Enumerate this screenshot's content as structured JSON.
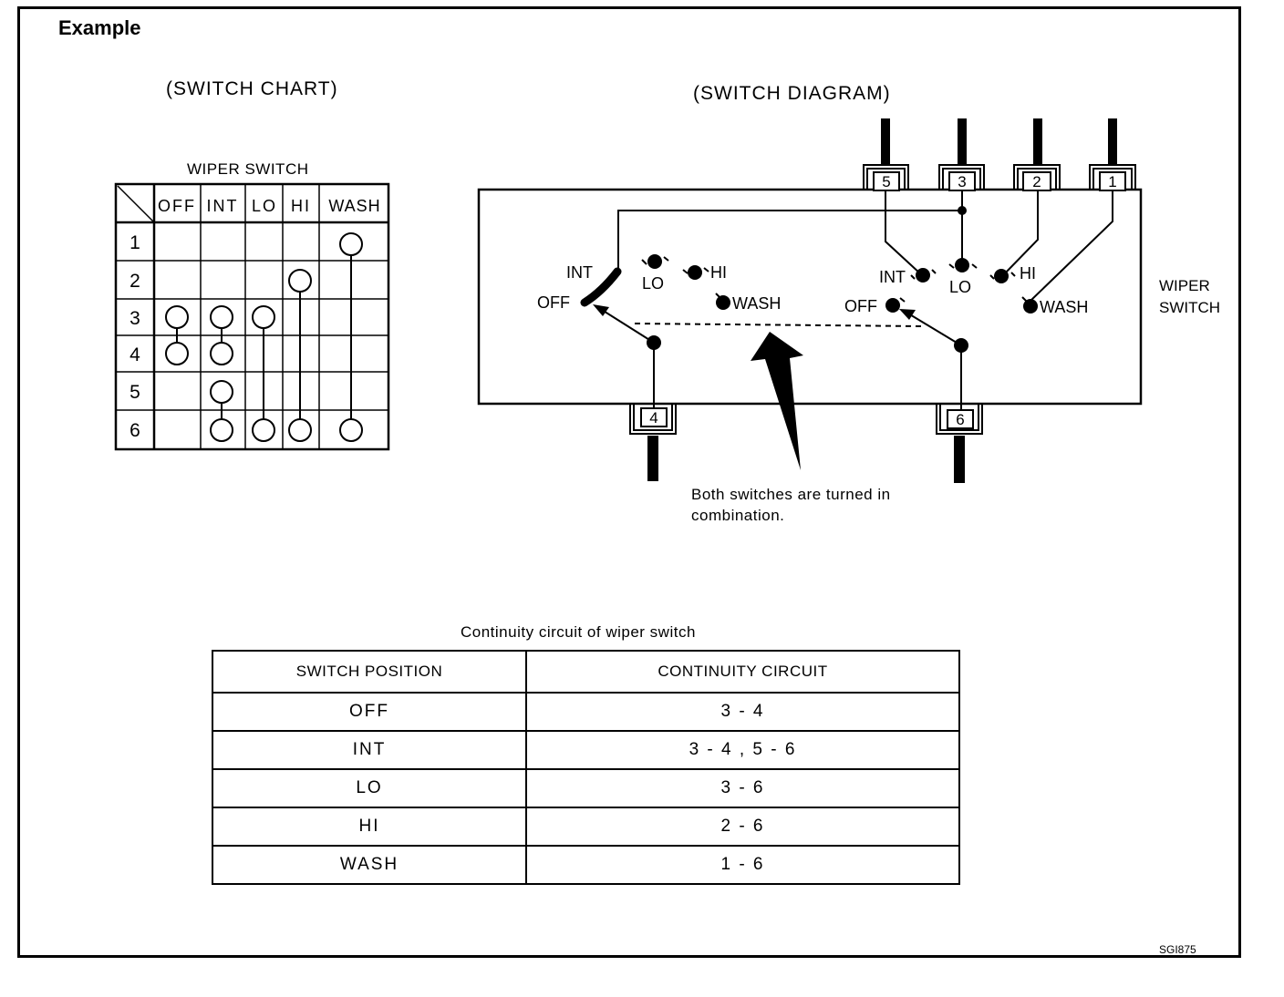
{
  "page": {
    "heading": "Example",
    "figure_code": "SGI875"
  },
  "switch_chart": {
    "title": "(SWITCH CHART)",
    "caption": "WIPER SWITCH",
    "columns": [
      "OFF",
      "INT",
      "LO",
      "HI",
      "WASH"
    ],
    "rows": [
      "1",
      "2",
      "3",
      "4",
      "5",
      "6"
    ],
    "continuity": [
      {
        "position": "OFF",
        "terminals": [
          "3",
          "4"
        ]
      },
      {
        "position": "INT",
        "terminals": [
          "3",
          "4",
          "5",
          "6"
        ]
      },
      {
        "position": "LO",
        "terminals": [
          "3",
          "6"
        ]
      },
      {
        "position": "HI",
        "terminals": [
          "2",
          "6"
        ]
      },
      {
        "position": "WASH",
        "terminals": [
          "1",
          "6"
        ]
      }
    ]
  },
  "switch_diagram": {
    "title": "(SWITCH DIAGRAM)",
    "side_label_line1": "WIPER",
    "side_label_line2": "SWITCH",
    "top_terminals": [
      "5",
      "3",
      "2",
      "1"
    ],
    "bottom_terminals": [
      "4",
      "6"
    ],
    "left_switch": {
      "int": "INT",
      "off": "OFF",
      "lo": "LO",
      "hi": "HI",
      "wash": "WASH"
    },
    "right_switch": {
      "int": "INT",
      "off": "OFF",
      "lo": "LO",
      "hi": "HI",
      "wash": "WASH"
    },
    "note_line1": "Both switches are turned in",
    "note_line2": "combination."
  },
  "continuity_table": {
    "caption": "Continuity circuit of wiper switch",
    "headers": [
      "SWITCH POSITION",
      "CONTINUITY CIRCUIT"
    ],
    "rows": [
      {
        "position": "OFF",
        "circuit": "3 - 4"
      },
      {
        "position": "INT",
        "circuit": "3 - 4 , 5 - 6"
      },
      {
        "position": "LO",
        "circuit": "3 - 6"
      },
      {
        "position": "HI",
        "circuit": "2 - 6"
      },
      {
        "position": "WASH",
        "circuit": "1 - 6"
      }
    ]
  }
}
